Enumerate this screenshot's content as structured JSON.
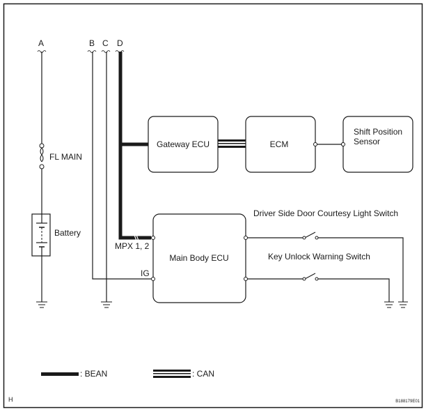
{
  "diagram": {
    "connectors": {
      "A": "A",
      "B": "B",
      "C": "C",
      "D": "D"
    },
    "components": {
      "fuse": "FL MAIN",
      "battery": "Battery",
      "gateway_ecu": "Gateway ECU",
      "ecm": "ECM",
      "shift_position_sensor_line1": "Shift Position",
      "shift_position_sensor_line2": "Sensor",
      "main_body_ecu": "Main Body ECU",
      "door_switch": "Driver Side Door Courtesy Light Switch",
      "key_switch": "Key Unlock Warning Switch"
    },
    "pins": {
      "mpx": "MPX 1, 2",
      "ig": "IG"
    },
    "legend": {
      "bean": ": BEAN",
      "can": ": CAN"
    },
    "footer": {
      "corner_mark": "H",
      "figure_id": "B188179E01"
    }
  }
}
